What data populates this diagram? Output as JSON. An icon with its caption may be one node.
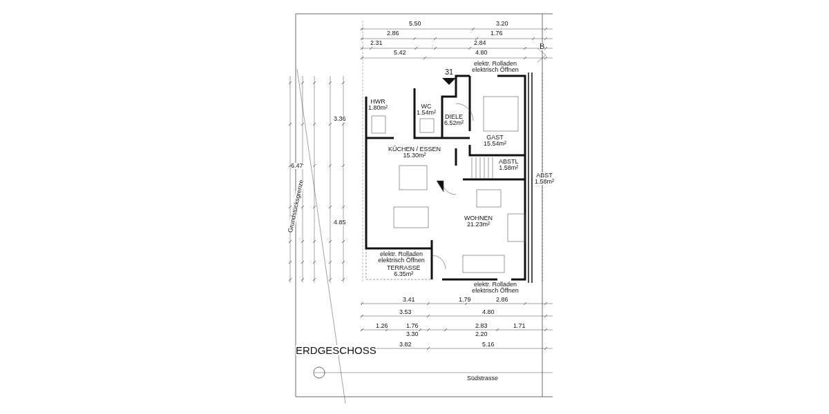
{
  "diagram": {
    "nodes": [
      {
        "text": [
          "HWR",
          "1.80m²"
        ]
      },
      {
        "text": [
          "WC",
          "1.54m²"
        ]
      },
      {
        "text": [
          "DIELE",
          "6.52m²"
        ]
      },
      {
        "text": [
          "GAST",
          "15.54m²"
        ]
      },
      {
        "text": [
          "KÜCHEN / ESSEN",
          "15.30m²"
        ]
      },
      {
        "text": [
          "ABSTL",
          "1.58m²"
        ]
      },
      {
        "text": [
          "ABST",
          "1.58m²"
        ]
      },
      {
        "text": [
          "WOHNEN",
          "21.23m²"
        ]
      },
      {
        "text": [
          "TERRASSE",
          "6.35m²"
        ]
      }
    ],
    "edges": [],
    "labels": [
      "5.50",
      "3.20",
      "2.86",
      "1.76",
      "2.31",
      "2.84",
      "5.42",
      "4.80",
      "B",
      "31",
      "elektr. Rolladen elektrisch Öffnen",
      "6.47",
      "4.85",
      "3.36",
      "Grundstücksgrenze",
      "elektr. Rolladen elektrisch Öffnen",
      "elektr. Rolladen elektrisch Öffnen",
      "3.41",
      "1.79",
      "2.86",
      "3.53",
      "4.80",
      "1.26",
      "1.76",
      "2.83",
      "1.71",
      "3.30",
      "2.20",
      "3.82",
      "5.16",
      "ERDGESCHOSS",
      "Südstrasse"
    ]
  }
}
